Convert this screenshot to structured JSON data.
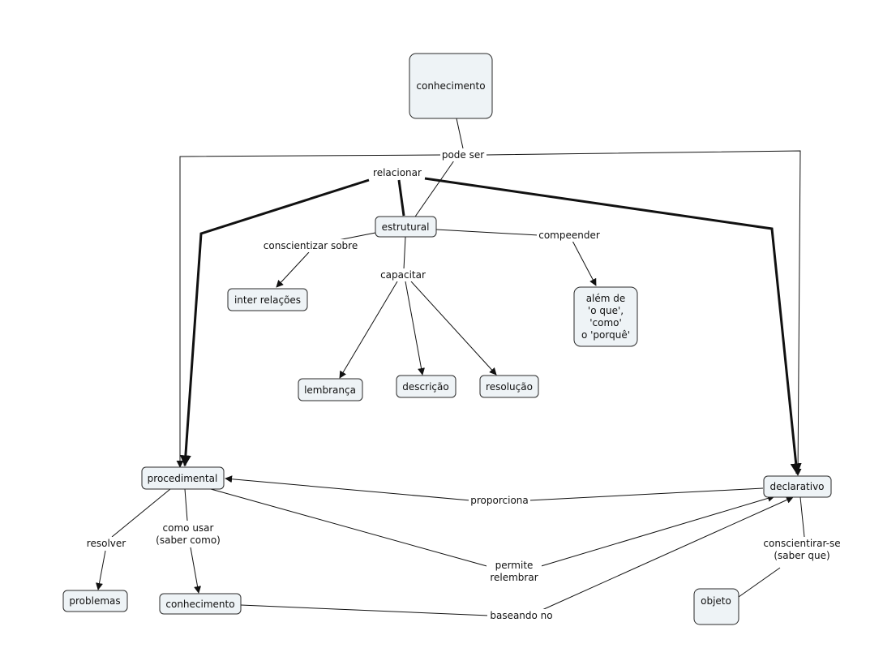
{
  "nodes": {
    "conhecimento_top": "conhecimento",
    "estrutural": "estrutural",
    "inter_relacoes": "inter relações",
    "alem_de": [
      "além de",
      "'o que',",
      "'como'",
      "o 'porquê'"
    ],
    "lembranca": "lembrança",
    "descricao": "descrição",
    "resolucao": "resolução",
    "procedimental": "procedimental",
    "declarativo": "declarativo",
    "problemas": "problemas",
    "conhecimento_bottom": "conhecimento",
    "objeto": "objeto"
  },
  "links": {
    "pode_ser": "pode ser",
    "relacionar": "relacionar",
    "conscientizar_sobre": "conscientizar sobre",
    "capacitar": "capacitar",
    "compeender": "compeender",
    "proporciona": "proporciona",
    "resolver": "resolver",
    "como_usar": [
      "como usar",
      "(saber como)"
    ],
    "permite_relembrar": [
      "permite",
      "relembrar"
    ],
    "baseando_no": "baseando no",
    "conscientirar_se": [
      "conscientirar-se",
      "(saber que)"
    ]
  }
}
